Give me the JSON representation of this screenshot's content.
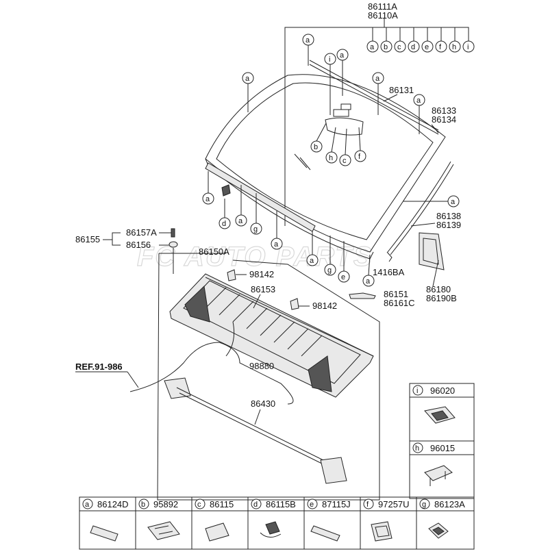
{
  "top_labels": {
    "p86111A": "86111A",
    "p86110A": "86110A",
    "p86131": "86131",
    "p86133": "86133",
    "p86134": "86134",
    "p86138": "86138",
    "p86139": "86139",
    "p1416BA": "1416BA",
    "p86180": "86180",
    "p86190B": "86190B",
    "p86155": "86155",
    "p86157A": "86157A",
    "p86156": "86156",
    "p86150A": "86150A",
    "p98142a": "98142",
    "p86153": "86153",
    "p98142b": "98142",
    "p86151": "86151",
    "p86161C": "86161C",
    "ref": "REF.91-986",
    "p98880": "98880",
    "p86430": "86430"
  },
  "callout_letters": [
    "a",
    "b",
    "c",
    "d",
    "e",
    "f",
    "g",
    "h",
    "i"
  ],
  "watermark": "FC AUTO PARTS",
  "bottom_legend": [
    {
      "letter": "a",
      "part": "86124D"
    },
    {
      "letter": "b",
      "part": "95892"
    },
    {
      "letter": "c",
      "part": "86115"
    },
    {
      "letter": "d",
      "part": "86115B"
    },
    {
      "letter": "e",
      "part": "87115J"
    },
    {
      "letter": "f",
      "part": "97257U"
    },
    {
      "letter": "g",
      "part": "86123A"
    }
  ],
  "side_legend": [
    {
      "letter": "i",
      "part": "96020"
    },
    {
      "letter": "h",
      "part": "96015"
    }
  ]
}
